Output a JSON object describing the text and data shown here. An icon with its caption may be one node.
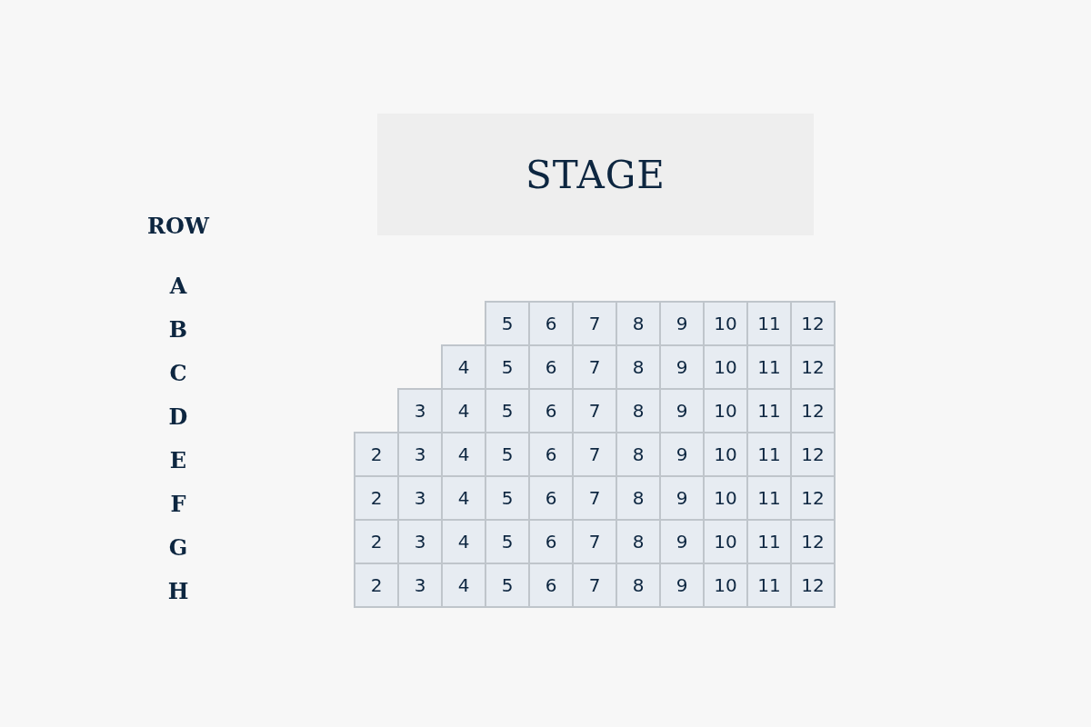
{
  "diagram": {
    "nodes": [
      {
        "text": [
          "STAGE"
        ]
      },
      {
        "text": [
          "5"
        ]
      },
      {
        "text": [
          "6"
        ]
      },
      {
        "text": [
          "7"
        ]
      },
      {
        "text": [
          "8"
        ]
      },
      {
        "text": [
          "9"
        ]
      },
      {
        "text": [
          "10"
        ]
      },
      {
        "text": [
          "11"
        ]
      },
      {
        "text": [
          "12"
        ]
      },
      {
        "text": [
          "4"
        ]
      },
      {
        "text": [
          "5"
        ]
      },
      {
        "text": [
          "6"
        ]
      },
      {
        "text": [
          "7"
        ]
      },
      {
        "text": [
          "8"
        ]
      },
      {
        "text": [
          "9"
        ]
      },
      {
        "text": [
          "10"
        ]
      },
      {
        "text": [
          "11"
        ]
      },
      {
        "text": [
          "12"
        ]
      },
      {
        "text": [
          "3"
        ]
      },
      {
        "text": [
          "4"
        ]
      },
      {
        "text": [
          "5"
        ]
      },
      {
        "text": [
          "6"
        ]
      },
      {
        "text": [
          "7"
        ]
      },
      {
        "text": [
          "8"
        ]
      },
      {
        "text": [
          "9"
        ]
      },
      {
        "text": [
          "10"
        ]
      },
      {
        "text": [
          "11"
        ]
      },
      {
        "text": [
          "12"
        ]
      },
      {
        "text": [
          "2"
        ]
      },
      {
        "text": [
          "3"
        ]
      },
      {
        "text": [
          "4"
        ]
      },
      {
        "text": [
          "5"
        ]
      },
      {
        "text": [
          "6"
        ]
      },
      {
        "text": [
          "7"
        ]
      },
      {
        "text": [
          "8"
        ]
      },
      {
        "text": [
          "9"
        ]
      },
      {
        "text": [
          "10"
        ]
      },
      {
        "text": [
          "11"
        ]
      },
      {
        "text": [
          "12"
        ]
      },
      {
        "text": [
          "2"
        ]
      },
      {
        "text": [
          "3"
        ]
      },
      {
        "text": [
          "4"
        ]
      },
      {
        "text": [
          "5"
        ]
      },
      {
        "text": [
          "6"
        ]
      },
      {
        "text": [
          "7"
        ]
      },
      {
        "text": [
          "8"
        ]
      },
      {
        "text": [
          "9"
        ]
      },
      {
        "text": [
          "10"
        ]
      },
      {
        "text": [
          "11"
        ]
      },
      {
        "text": [
          "12"
        ]
      },
      {
        "text": [
          "2"
        ]
      },
      {
        "text": [
          "3"
        ]
      },
      {
        "text": [
          "4"
        ]
      },
      {
        "text": [
          "5"
        ]
      },
      {
        "text": [
          "6"
        ]
      },
      {
        "text": [
          "7"
        ]
      },
      {
        "text": [
          "8"
        ]
      },
      {
        "text": [
          "9"
        ]
      },
      {
        "text": [
          "10"
        ]
      },
      {
        "text": [
          "11"
        ]
      },
      {
        "text": [
          "12"
        ]
      },
      {
        "text": [
          "2"
        ]
      },
      {
        "text": [
          "3"
        ]
      },
      {
        "text": [
          "4"
        ]
      },
      {
        "text": [
          "5"
        ]
      },
      {
        "text": [
          "6"
        ]
      },
      {
        "text": [
          "7"
        ]
      },
      {
        "text": [
          "8"
        ]
      },
      {
        "text": [
          "9"
        ]
      },
      {
        "text": [
          "10"
        ]
      },
      {
        "text": [
          "11"
        ]
      },
      {
        "text": [
          "12"
        ]
      }
    ],
    "labels": [
      "ROW",
      "A",
      "B",
      "C",
      "D",
      "E",
      "F",
      "G",
      "H"
    ]
  }
}
